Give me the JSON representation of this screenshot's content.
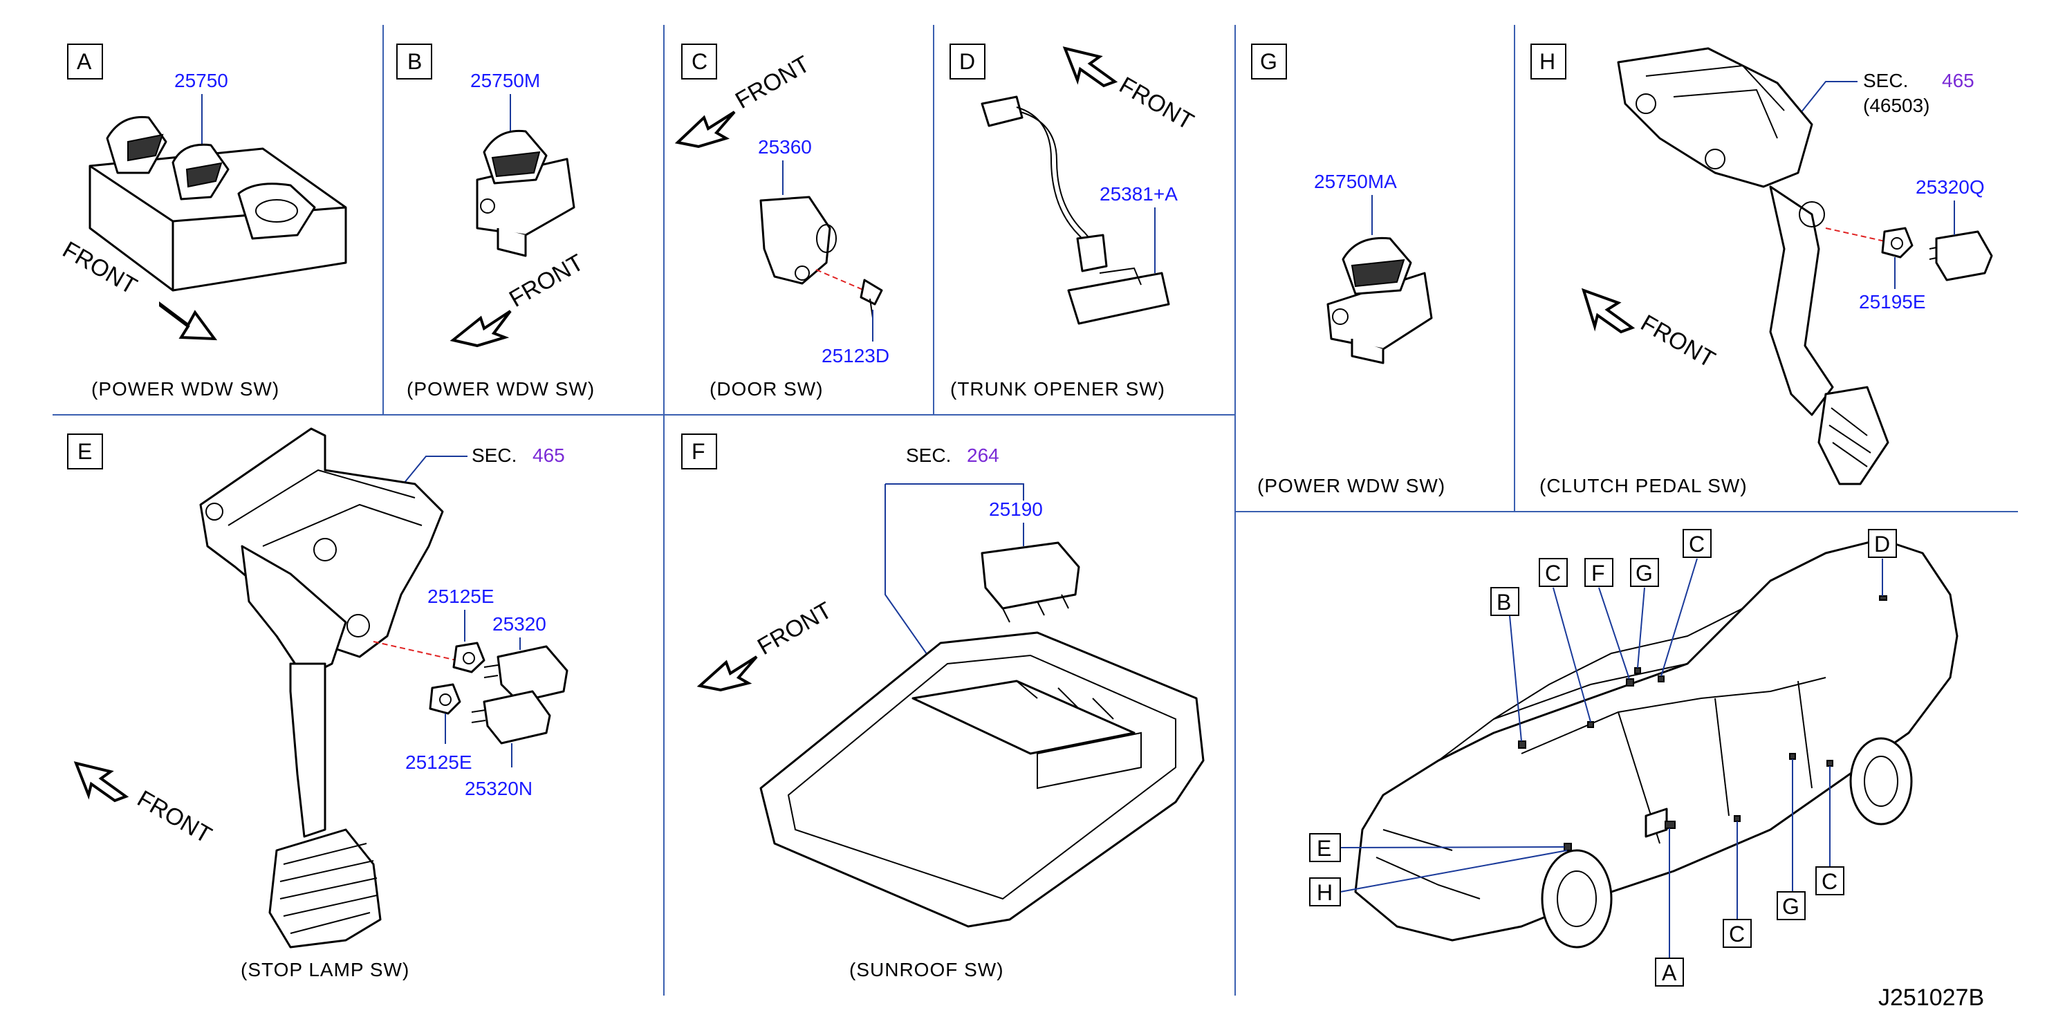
{
  "panels": {
    "A": {
      "letter": "A",
      "part": "25750",
      "front": "FRONT",
      "caption": "(POWER   WDW   SW)"
    },
    "B": {
      "letter": "B",
      "part": "25750M",
      "front": "FRONT",
      "caption": "(POWER   WDW   SW)"
    },
    "C": {
      "letter": "C",
      "parts": [
        "25360",
        "25123D"
      ],
      "front": "FRONT",
      "caption": "(DOOR   SW)"
    },
    "D": {
      "letter": "D",
      "part": "25381+A",
      "front": "FRONT",
      "caption": "(TRUNK   OPENER   SW)"
    },
    "G": {
      "letter": "G",
      "part": "25750MA",
      "caption": "(POWER   WDW   SW)"
    },
    "H": {
      "letter": "H",
      "sec_label": "SEC.",
      "sec_num": "465",
      "sec_sub": "(46503)",
      "parts": [
        "25320Q",
        "25195E"
      ],
      "front": "FRONT",
      "caption": "(CLUTCH   PEDAL   SW)"
    },
    "E": {
      "letter": "E",
      "sec_label": "SEC.",
      "sec_num": "465",
      "parts": [
        "25125E",
        "25320",
        "25125E",
        "25320N"
      ],
      "front": "FRONT",
      "caption": "(STOP   LAMP   SW)"
    },
    "F": {
      "letter": "F",
      "sec_label": "SEC.",
      "sec_num": "264",
      "part": "25190",
      "front": "FRONT",
      "caption": "(SUNROOF   SW)"
    }
  },
  "car_view": {
    "callouts": [
      "B",
      "C",
      "F",
      "G",
      "C",
      "D",
      "E",
      "H",
      "A",
      "C",
      "G",
      "C"
    ]
  },
  "drawing_id": "J251027B",
  "colors": {
    "part_number": "#1a1aff",
    "section_number": "#7a2bd6",
    "divider": "#3a5fb0",
    "leader": "#1a3a9a",
    "hidden_line": "#e02020"
  }
}
